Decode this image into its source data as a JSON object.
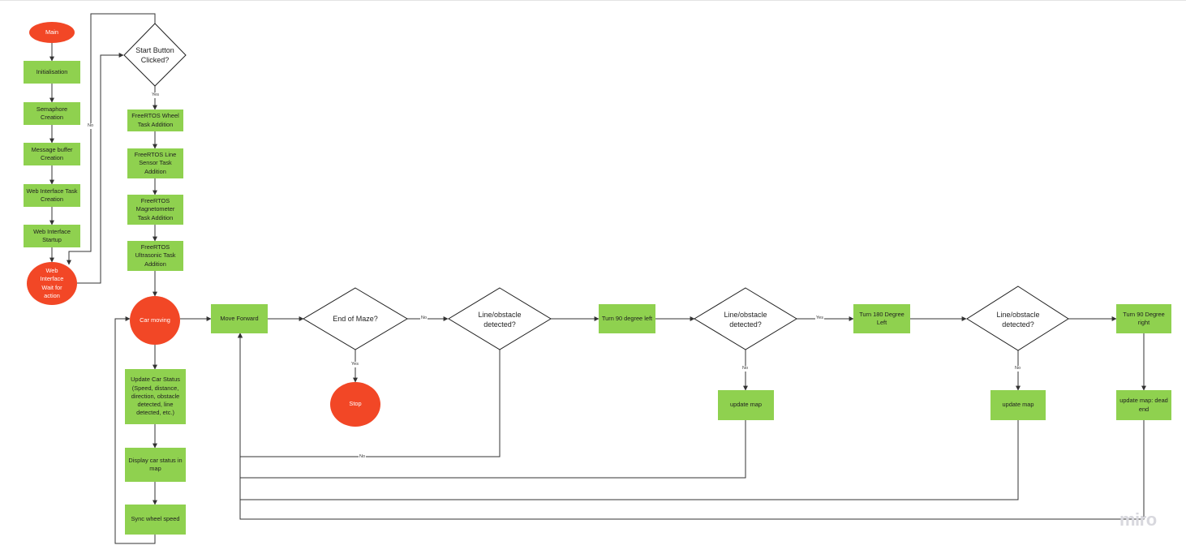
{
  "nodes": {
    "main": "Main",
    "init": "Initialisation",
    "sem": "Semaphore Creation",
    "msg": "Message buffer Creation",
    "webtask": "Web Interface Task Creation",
    "webstart": "Web Interface Startup",
    "webwait": "Web Interface Wait for action",
    "start": "Start Button Clicked?",
    "wheel": "FreeRTOS Wheel Task Addition",
    "line": "FreeRTOS Line Sensor Task Addition",
    "mag": "FreeRTOS Magnetometer Task Addition",
    "ultra": "FreeRTOS Ultrasonic Task Addition",
    "carmoving": "Car moving",
    "status": "Update Car Status (Speed, distance, direction, obstacle detected, line detected, etc.)",
    "display": "Display car status in map",
    "sync": "Sync wheel speed",
    "forward": "Move Forward",
    "endmaze": "End of Maze?",
    "stop": "Stop",
    "det1": "Line/obstacle detected?",
    "left90": "Turn 90 degree left",
    "det2": "Line/obstacle detected?",
    "update1": "update map",
    "left180": "Turn 180 Degree Left",
    "det3": "Line/obstacle detected?",
    "update2": "update map",
    "right90": "Turn 90 Degree right",
    "deadend": "update map: dead end"
  },
  "labels": {
    "start_no": "No",
    "start_yes": "Yes",
    "end_no": "No",
    "end_yes": "Yes",
    "det1_no": "No",
    "det2_yes": "Yes",
    "det2_no": "No",
    "det3_no": "No"
  },
  "watermark": "miro",
  "colors": {
    "process": "#8fd14f",
    "terminal": "#f24726",
    "decision_stroke": "#1f1f1f",
    "connector": "#333333"
  }
}
